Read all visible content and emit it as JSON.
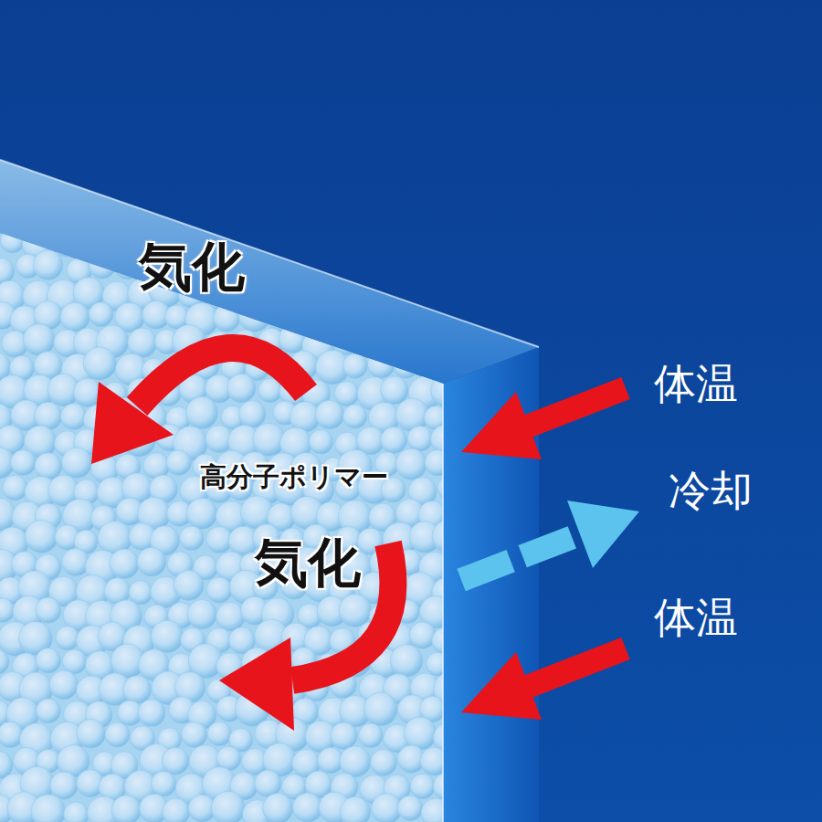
{
  "diagram": {
    "labels": [
      "気化",
      "高分子ポリマー",
      "気化",
      "体温",
      "冷却",
      "体温"
    ]
  }
}
